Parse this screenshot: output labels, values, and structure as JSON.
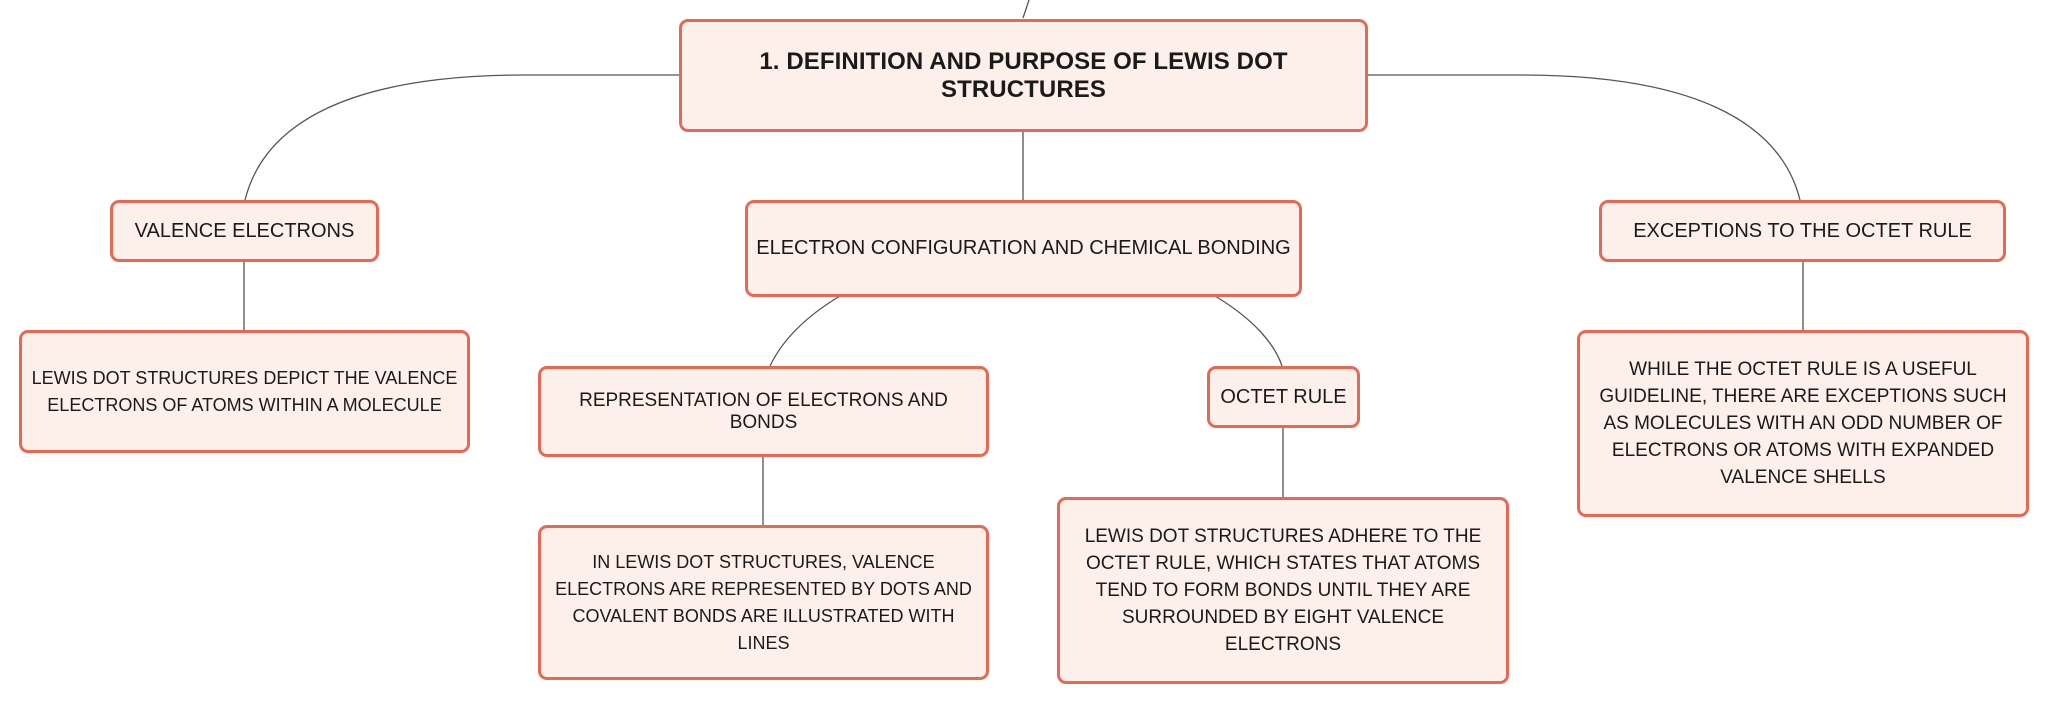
{
  "colors": {
    "node_fill": "#fdefea",
    "node_border": "#e46a55",
    "connector": "#555555",
    "text": "#1a1a1a"
  },
  "root": {
    "label": "1. DEFINITION AND PURPOSE OF LEWIS DOT STRUCTURES"
  },
  "branches": {
    "valence": {
      "label": "VALENCE ELECTRONS",
      "detail": "LEWIS DOT STRUCTURES DEPICT THE VALENCE ELECTRONS OF ATOMS WITHIN A MOLECULE"
    },
    "configuration": {
      "label": "ELECTRON CONFIGURATION AND CHEMICAL BONDING",
      "children": {
        "representation": {
          "label": "REPRESENTATION OF ELECTRONS AND BONDS",
          "detail": "IN LEWIS DOT STRUCTURES, VALENCE ELECTRONS ARE REPRESENTED BY DOTS AND COVALENT BONDS ARE ILLUSTRATED WITH LINES"
        },
        "octet": {
          "label": "OCTET RULE",
          "detail": "LEWIS DOT STRUCTURES ADHERE TO THE OCTET RULE, WHICH STATES THAT ATOMS TEND TO FORM BONDS UNTIL THEY ARE SURROUNDED BY EIGHT VALENCE ELECTRONS"
        }
      }
    },
    "exceptions": {
      "label": "EXCEPTIONS TO THE OCTET RULE",
      "detail": "WHILE THE OCTET RULE IS A USEFUL GUIDELINE, THERE ARE EXCEPTIONS SUCH AS MOLECULES WITH AN ODD NUMBER OF ELECTRONS OR ATOMS WITH EXPANDED VALENCE SHELLS"
    }
  }
}
